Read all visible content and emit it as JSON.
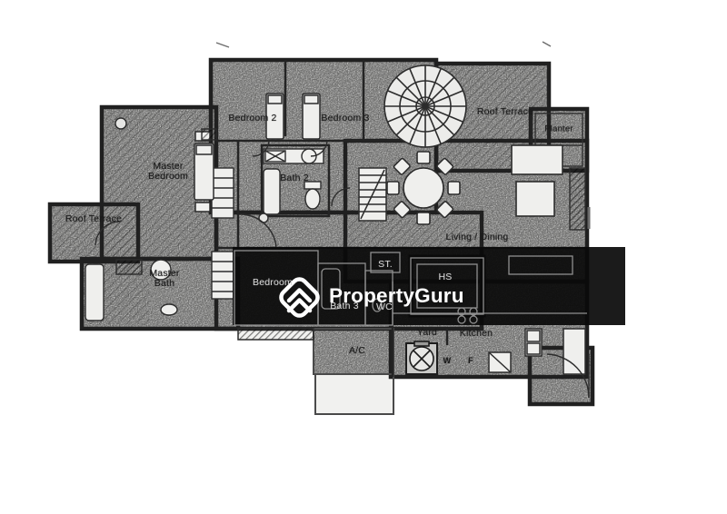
{
  "watermark": {
    "brand": "PropertyGuru",
    "logo_icon": "propertyguru-chevron-logo",
    "logo_color": "#ffffff",
    "band_color": "#0a0a0a"
  },
  "plan": {
    "type": "apartment-floor-plan-scan",
    "wall_color": "#202020",
    "paper_color": "#f1f1ef"
  },
  "labels": {
    "bedroom2": "Bedroom 2",
    "bedroom3": "Bedroom 3",
    "roof_terrace_right": "Roof Terrace",
    "planter": "Planter",
    "master_bedroom": "Master Bedroom",
    "bath2": "Bath 2",
    "living_dining": "Living / Dining",
    "roof_terrace_left": "Roof Terrace",
    "master_bath": "Master Bath",
    "bedroom1": "Bedroom",
    "bath3": "Bath 3",
    "wc": "WC",
    "st": "ST.",
    "hs": "HS",
    "yard": "Yard",
    "kitchen": "Kitchen",
    "ac_ledge": "A/C",
    "washer": "W",
    "fridge": "F"
  }
}
